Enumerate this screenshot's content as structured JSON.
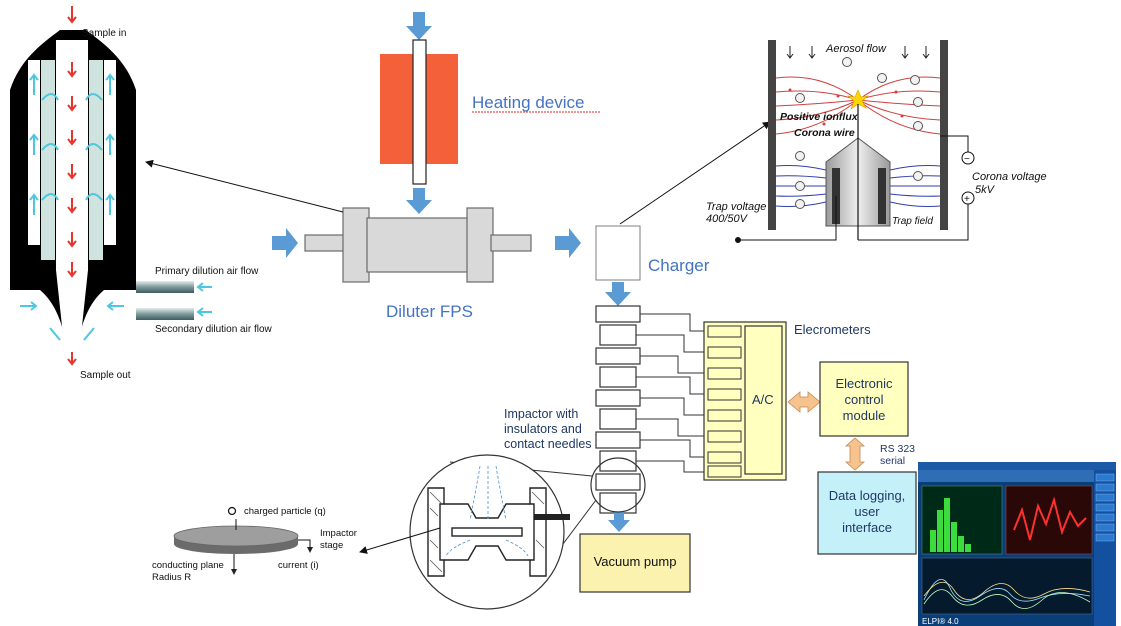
{
  "fps": {
    "sample_in": "Sample in",
    "primary_flow": "Primary dilution air flow",
    "secondary_flow": "Secondary dilution air flow",
    "sample_out": "Sample out"
  },
  "heating": {
    "label": "Heating device"
  },
  "diluter": {
    "label": "Diluter FPS"
  },
  "charger": {
    "label": "Charger",
    "aerosol_flow": "Aerosol flow",
    "positive_ionflux": "Positive ionflux",
    "corona_wire": "Corona wire",
    "corona_voltage_line1": "Corona voltage",
    "corona_voltage_line2": "5kV",
    "trap_voltage_line1": "Trap voltage",
    "trap_voltage_line2": "400/50V",
    "trap_field": "Trap field",
    "minus_sign": "−",
    "plus_sign": "+"
  },
  "electrometers": {
    "label": "Elecrometers",
    "ac_label": "A/C"
  },
  "impactor": {
    "line1": "Impactor with",
    "line2": "insulators and",
    "line3": "contact needles"
  },
  "control": {
    "line1": "Electronic",
    "line2": "control",
    "line3": "module",
    "bus1": "RS 323",
    "bus2": "serial"
  },
  "logging": {
    "line1": "Data logging,",
    "line2": "user",
    "line3": "interface"
  },
  "vacuum": {
    "label": "Vacuum pump"
  },
  "impactor_stage": {
    "charged_particle": "charged particle (q)",
    "impactor": "Impactor",
    "stage": "stage",
    "current": "current (i)",
    "plane_line1": "conducting plane",
    "plane_line2": "Radius R"
  },
  "screen": {
    "footer": "ELPI® 4.0"
  },
  "colors": {
    "flow_arrow": "#5b9bd5",
    "heater": "#f4603a",
    "control_box": "#ffffc0",
    "logging_box": "#c4f0fa",
    "vacuum_box": "#fbf2b0",
    "red_arrow": "#e8342a",
    "cyan_arrow": "#4cc7df"
  }
}
